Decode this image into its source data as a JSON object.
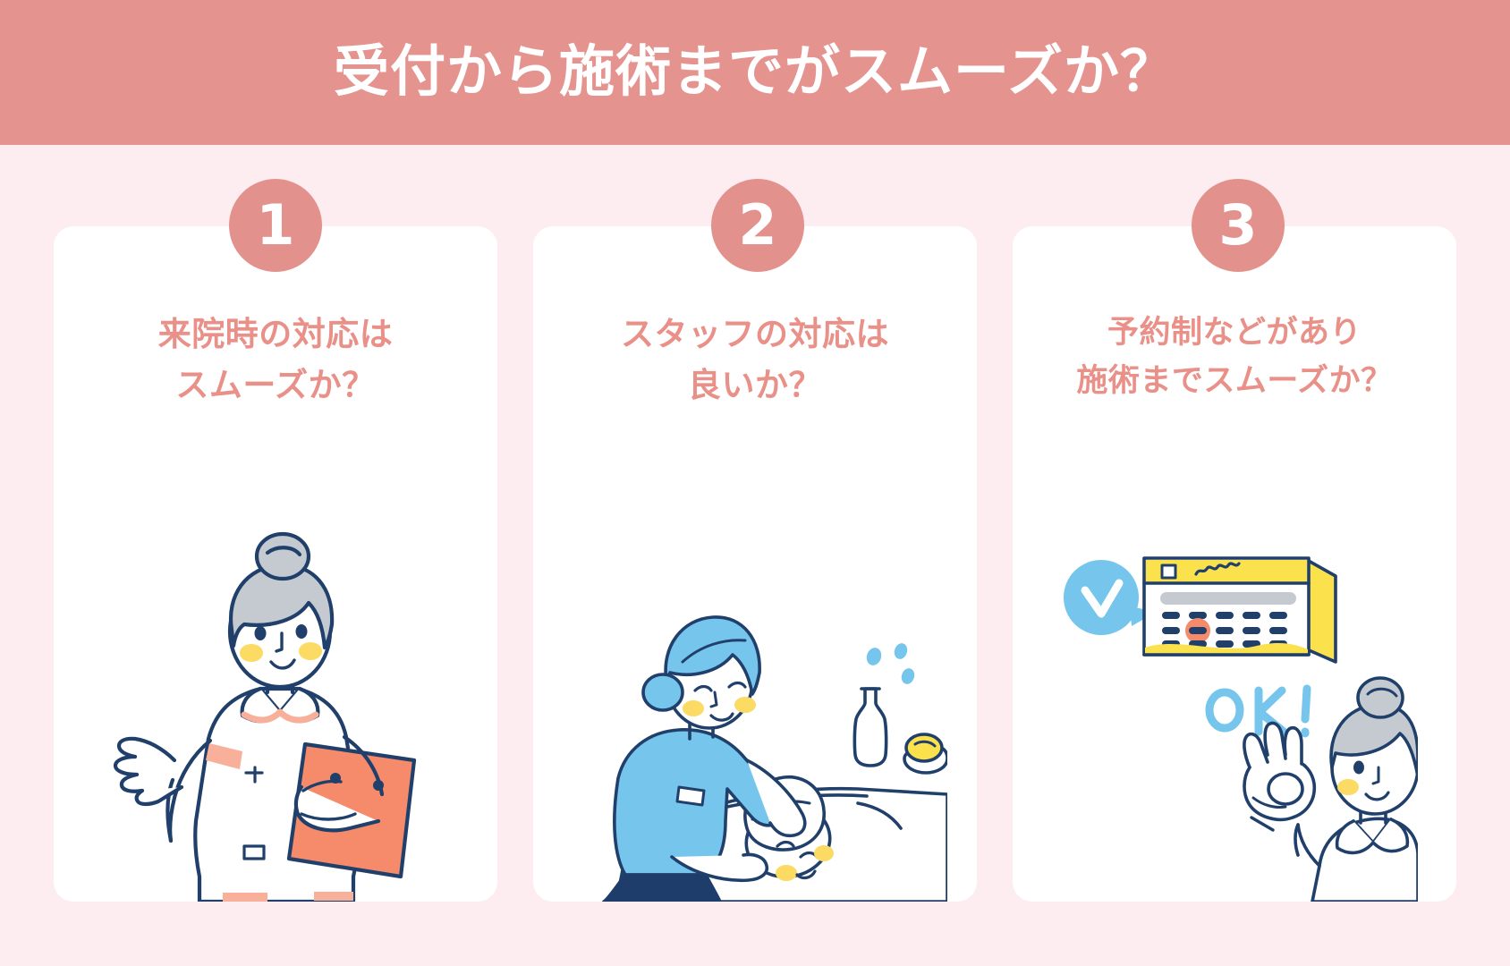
{
  "header": {
    "title": "受付から施術までがスムーズか？",
    "background_color": "#e4938f",
    "text_color": "#ffffff"
  },
  "page": {
    "background_color": "#fdecf0"
  },
  "theme": {
    "accent_salmon": "#e2918d",
    "title_pink": "#e99088",
    "card_white": "#ffffff",
    "line_navy": "#20406b",
    "sky_blue": "#76c5ec",
    "orange": "#f58b6b",
    "yellow": "#fbe14b",
    "gray_hair": "#c4cad0",
    "cheek_yellow": "#fbdb63"
  },
  "cards": [
    {
      "number": "1",
      "title": "来院時の対応は\nスムーズか？",
      "illustration_name": "receptionist-nurse-with-clipboard-illustration"
    },
    {
      "number": "2",
      "title": "スタッフの対応は\n良いか？",
      "illustration_name": "therapist-treating-client-illustration"
    },
    {
      "number": "3",
      "title": "予約制などがあり\n施術までスムーズか？",
      "illustration_name": "calendar-booking-ok-sign-illustration",
      "illustration_labels": {
        "ok_text": "OK!"
      }
    }
  ]
}
